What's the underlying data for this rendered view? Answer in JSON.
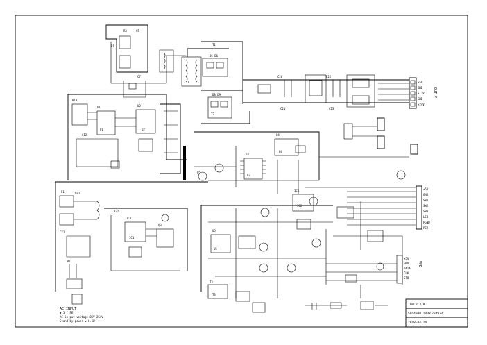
{
  "title_block": {
    "row1": "TOPCP 3/8",
    "row2": "SD4408P 100W outlet",
    "row3": "2018-04-24"
  },
  "connectors": {
    "out_vertical_label": "OUT P",
    "pin_labels": [
      "+5V",
      "GND",
      "+12V",
      "GND",
      "+24V"
    ],
    "right_labels": [
      "+5V",
      "GND",
      "SW1",
      "SW2",
      "SW3",
      "LED",
      "PGND",
      "PC2"
    ],
    "vfd_label": "VFD",
    "vfd_pins": [
      "+5V",
      "GND",
      "DATA",
      "CLK",
      "STB"
    ]
  },
  "notes": {
    "ac_in": "AC INPUT",
    "note1": "Φ 1 / PE",
    "note2": "AC in put voltage 85V-264V",
    "note3": "Stand by power ≤ 0.5W"
  },
  "ic_labels": [
    "U1",
    "U2",
    "U3",
    "U4",
    "U5",
    "IC1",
    "IC2",
    "T1",
    "T2",
    "T3"
  ]
}
